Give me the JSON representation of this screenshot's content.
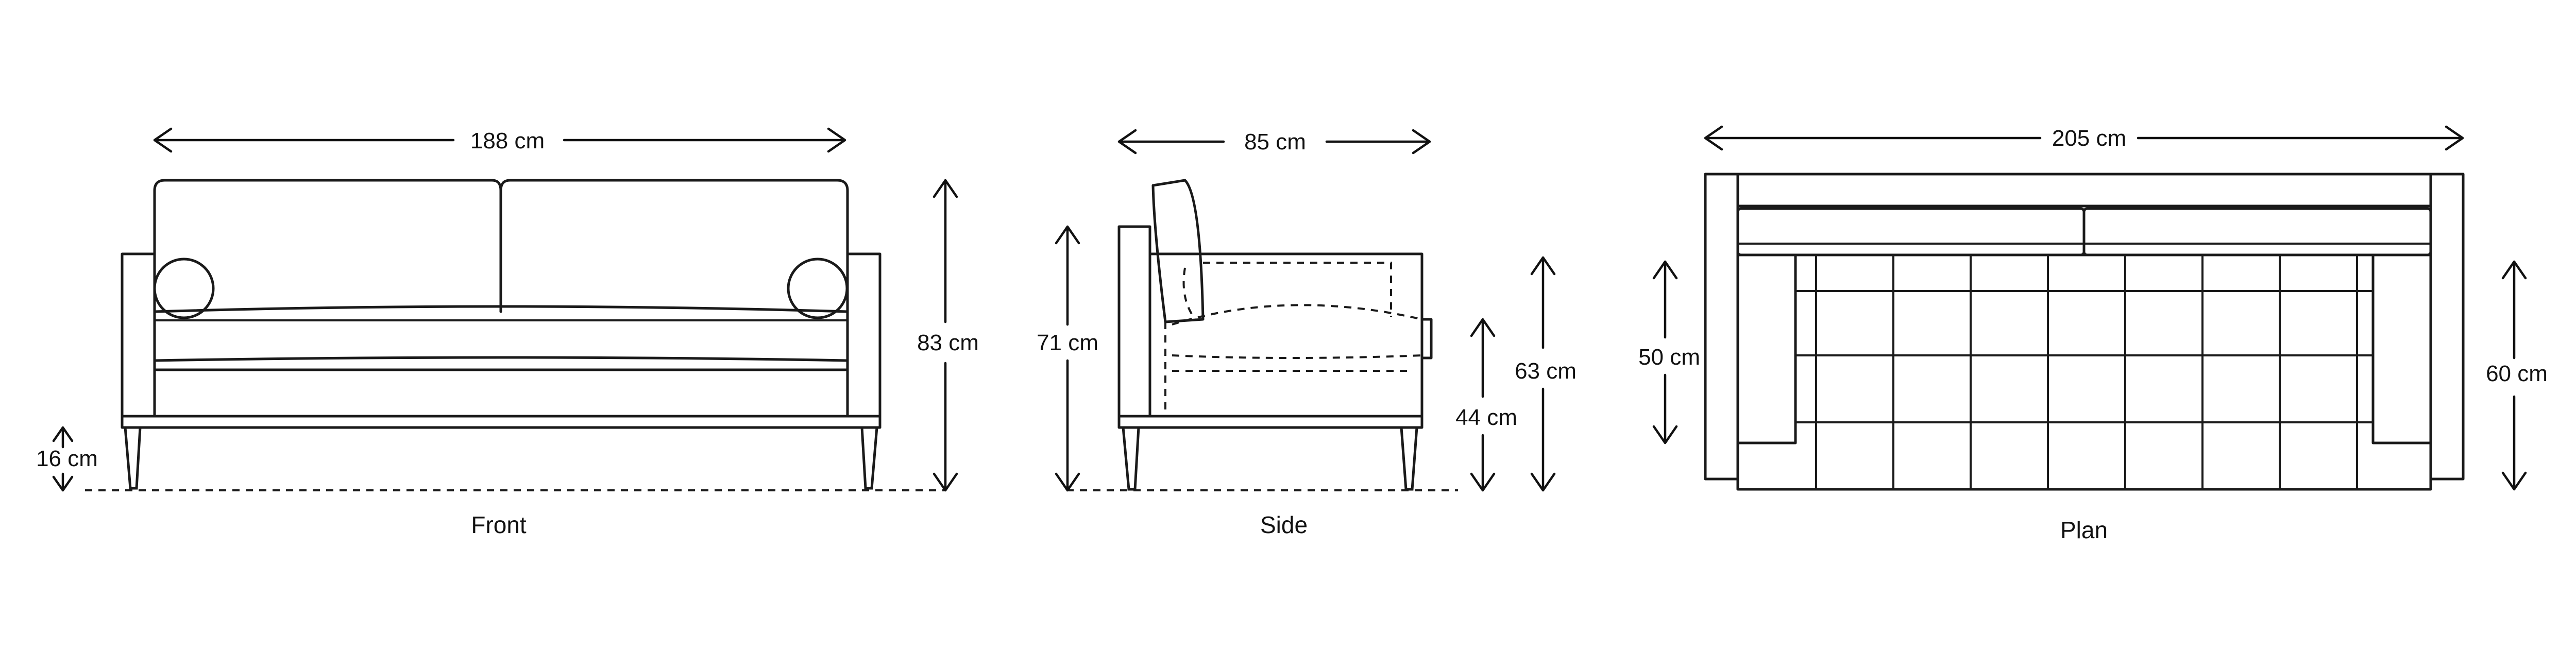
{
  "views": {
    "front": {
      "title": "Front",
      "width": "188 cm",
      "height": "83 cm",
      "leg_height": "16 cm"
    },
    "side": {
      "title": "Side",
      "depth": "85 cm",
      "arm_height": "71 cm",
      "back_height": "63 cm",
      "seat_height": "44 cm"
    },
    "plan": {
      "title": "Plan",
      "width": "205 cm",
      "seat_depth": "50 cm",
      "overall_depth": "60 cm"
    }
  },
  "colors": {
    "line": "#1a1a1a",
    "background": "#ffffff"
  }
}
